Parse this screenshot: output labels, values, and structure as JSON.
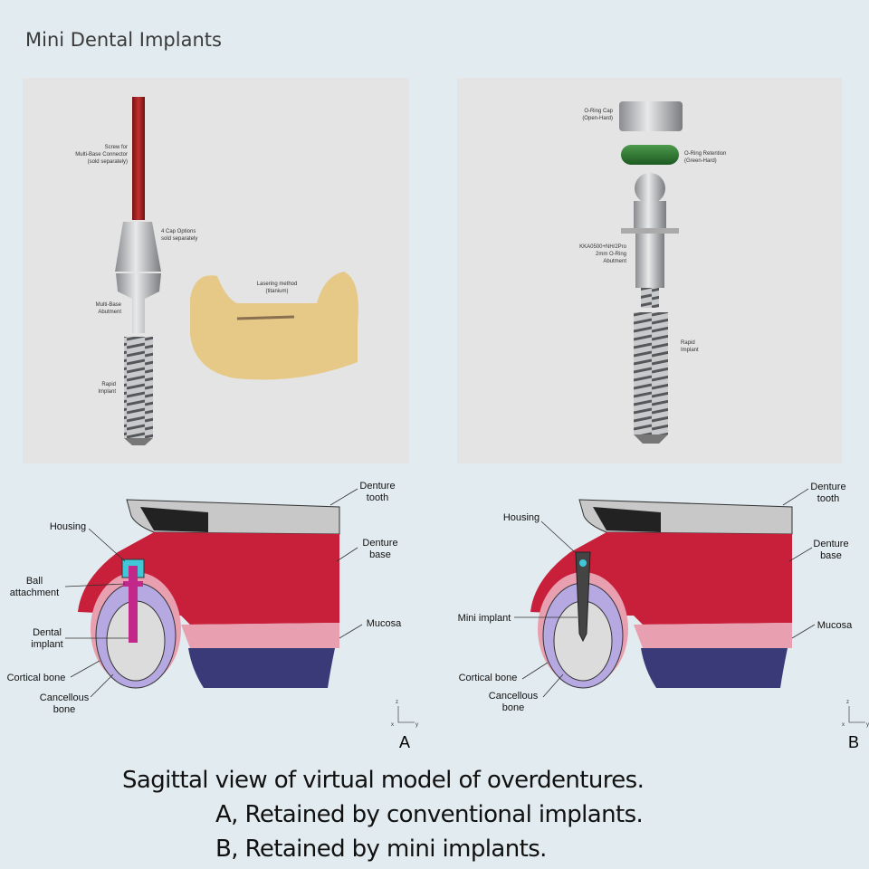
{
  "title": "Mini Dental Implants",
  "photo_left": {
    "screw": "Screw for|Multi-Base Connector|(sold separately)",
    "screw_lines": [
      "Screw for",
      "Multi-Base Connector",
      "(sold separately)"
    ],
    "cap_lines": [
      "4 Cap Options",
      "sold separately"
    ],
    "abutment_lines": [
      "Multi-Base",
      "Abutment"
    ],
    "implant_lines": [
      "Rapid",
      "Implant"
    ],
    "laser_lines": [
      "Lasering method",
      "(titanium)"
    ]
  },
  "photo_right": {
    "cap_lines": [
      "O-Ring Cap",
      "(Open-Hard)"
    ],
    "ring_lines": [
      "O-Ring Retention",
      "(Green-Hard)"
    ],
    "abutment_lines": [
      "KKA0500+NH/2Pro",
      "2mm O-Ring",
      "Abutment"
    ],
    "implant_lines": [
      "Rapid",
      "Implant"
    ]
  },
  "diagram_a": {
    "denture_tooth": [
      "Denture",
      "tooth"
    ],
    "housing": "Housing",
    "ball": [
      "Ball",
      "attachment"
    ],
    "denture_base": [
      "Denture",
      "base"
    ],
    "implant": [
      "Dental",
      "implant"
    ],
    "mucosa": "Mucosa",
    "cortical": "Cortical bone",
    "cancellous": [
      "Cancellous",
      "bone"
    ],
    "axes": {
      "z": "z",
      "x": "x",
      "y": "y"
    },
    "letter": "A"
  },
  "diagram_b": {
    "denture_tooth": [
      "Denture",
      "tooth"
    ],
    "housing": "Housing",
    "denture_base": [
      "Denture",
      "base"
    ],
    "implant": "Mini implant",
    "mucosa": "Mucosa",
    "cortical": "Cortical bone",
    "cancellous": [
      "Cancellous",
      "bone"
    ],
    "axes": {
      "z": "z",
      "x": "x",
      "y": "y"
    },
    "letter": "B"
  },
  "caption": [
    "Sagittal view of virtual model of overdentures.",
    "A, Retained by conventional implants.",
    "B, Retained by mini implants."
  ],
  "colors": {
    "background": "#e2ebef",
    "denture_base": "#c8203a",
    "mucosa": "#e8a0b0",
    "cortical": "#b6a8e0",
    "implant_a": "#c2288a"
  }
}
